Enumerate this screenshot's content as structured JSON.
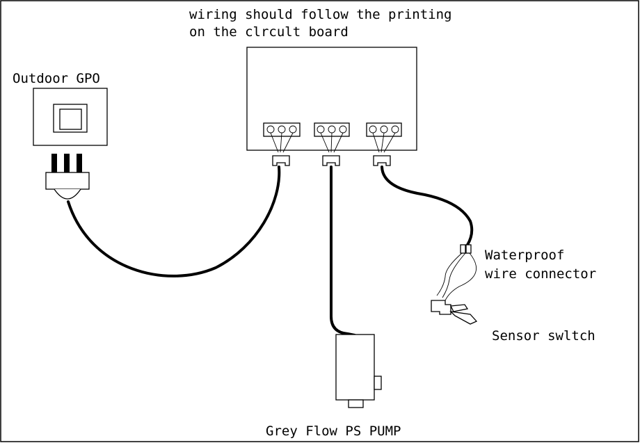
{
  "labels": {
    "note_line1": "wiring should follow the printing",
    "note_line2": "on the clrcult board",
    "gpo": "Outdoor GPO",
    "connector_line1": "Waterproof",
    "connector_line2": "wire connector",
    "sensor": "Sensor swltch",
    "pump": "Grey Flow PS PUMP"
  },
  "colors": {
    "ink": "#000000",
    "background": "#ffffff"
  }
}
